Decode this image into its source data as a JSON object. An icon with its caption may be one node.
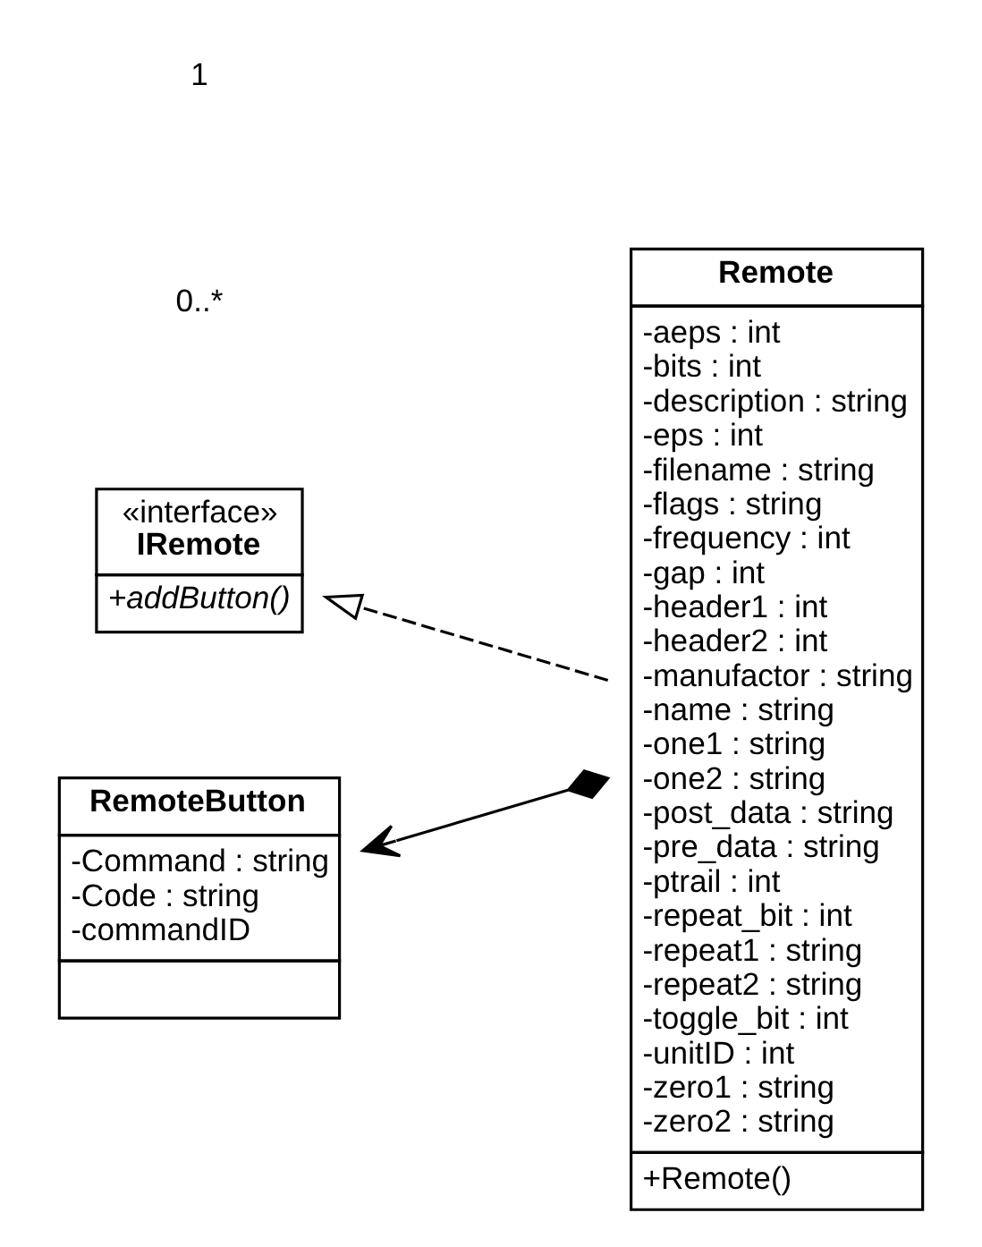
{
  "diagram": {
    "nodes": [
      {
        "text": [
          "Remote",
          "-aeps : int",
          "-bits : int",
          "-description : string",
          "-eps : int",
          "-filename : string",
          "-flags : string",
          "-frequency : int",
          "-gap : int",
          "-header1 : int",
          "-header2 : int",
          "-manufactor : string",
          "-name : string",
          "-one1 : string",
          "-one2 : string",
          "-post_data : string",
          "-pre_data : string",
          "-ptrail : int",
          "-repeat_bit : int",
          "-repeat1 : string",
          "-repeat2 : string",
          "-toggle_bit : int",
          "-unitID : int",
          "-zero1 : string",
          "-zero2 : string",
          "+Remote()"
        ]
      },
      {
        "text": [
          "«interface»",
          "IRemote",
          "+addButton()"
        ]
      },
      {
        "text": [
          "RemoteButton",
          "-Command : string",
          "-Code : string",
          "-commandID"
        ]
      }
    ],
    "edges": [
      {
        "from": 0,
        "to": 1,
        "arrow": "to",
        "style": "dashed"
      },
      {
        "from": 0,
        "to": 2,
        "arrow": "to"
      }
    ],
    "labels": [
      "0..*",
      "1"
    ]
  }
}
